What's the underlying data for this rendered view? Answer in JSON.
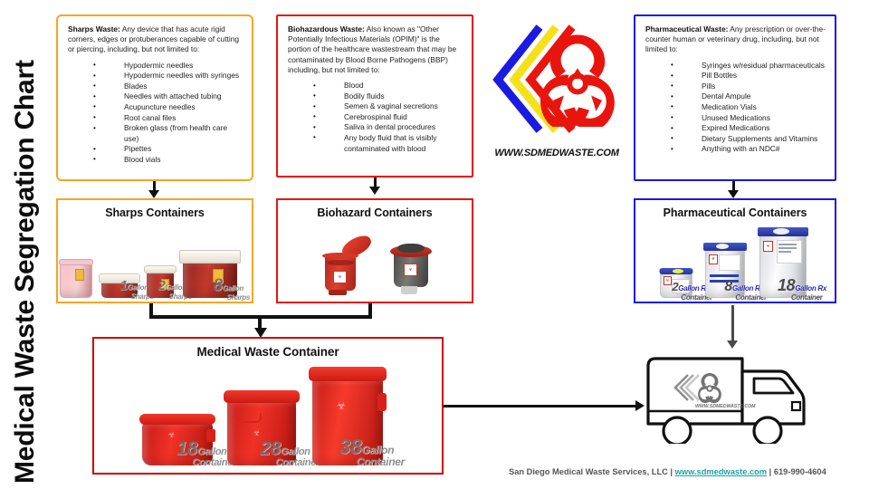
{
  "title": "Medical Waste Segregation Chart",
  "colors": {
    "sharps": "#F5A623",
    "biohazard": "#E8150F",
    "pharma": "#1A17E5",
    "medwaste": "#CC0000",
    "link": "#1aa3a3",
    "logo_blue": "#1a1ae0",
    "logo_yellow": "#f5e11a",
    "logo_red": "#e8150f"
  },
  "panels": {
    "sharps_desc": {
      "lead_bold": "Sharps Waste:",
      "lead_rest": " Any device that has acute rigid corners, edges or protuberances capable of cutting or piercing, including, but not limited to:",
      "items": [
        "Hypodermic needles",
        "Hypodermic needles with syringes",
        "Blades",
        "Needles with attached tubing",
        "Acupuncture needles",
        "Root canal files",
        "Broken glass (from health care use)",
        "Pipettes",
        "Blood vials"
      ]
    },
    "biohazard_desc": {
      "lead_bold": "Biohazardous Waste:",
      "lead_rest": " Also known as \"Other Potentially Infectious Materials (OPIM)\" is the portion of the healthcare wastestream that may be contaminated by Blood Borne Pathogens (BBP) including, but not limited to:",
      "items": [
        "Blood",
        "Bodily fluids",
        "Semen & vaginal secretions",
        "Cerebrospinal fluid",
        "Saliva in dental procedures",
        "Any body fluid that is visibly contaminated with blood"
      ]
    },
    "pharma_desc": {
      "lead_bold": "Pharmaceutical Waste:",
      "lead_rest": " Any prescription or over-the-counter human or veterinary drug, including, but not limited to:",
      "items": [
        "Syringes w/residual pharmaceuticals",
        "Pill Bottles",
        "Pills",
        "Dental Ampule",
        "Medication Vials",
        "Unused Medications",
        "Expired Medications",
        "Dietary Supplements and Vitamins",
        "Anything with an NDC#"
      ]
    },
    "sharps_containers": {
      "heading": "Sharps Containers",
      "bins": [
        {
          "num": "",
          "unit": "",
          "sub": ""
        },
        {
          "num": "1",
          "unit": "Gallon",
          "sub": "Sharps"
        },
        {
          "num": "2",
          "unit": "Gallon",
          "sub": "Sharps"
        },
        {
          "num": "8",
          "unit": "Gallon",
          "sub": "Sharps"
        }
      ]
    },
    "biohazard_containers": {
      "heading": "Biohazard Containers"
    },
    "pharma_containers": {
      "heading": "Pharmaceutical Containers",
      "bins": [
        {
          "num": "2",
          "unit": "Gallon Rx",
          "sub": "Container"
        },
        {
          "num": "8",
          "unit": "Gallon Rx",
          "sub": "Container"
        },
        {
          "num": "18",
          "unit": "Gallon Rx",
          "sub": "Container"
        }
      ]
    },
    "medical_waste": {
      "heading": "Medical Waste Container",
      "bins": [
        {
          "num": "18",
          "unit": "Gallon",
          "sub": "Container"
        },
        {
          "num": "28",
          "unit": "Gallon",
          "sub": "Container"
        },
        {
          "num": "38",
          "unit": "Gallon",
          "sub": "Container"
        }
      ]
    }
  },
  "logo": {
    "wordmark": "WWW.SDMEDWASTE.COM",
    "symbol": "biohazard-symbol"
  },
  "truck": {
    "logo_text": "WWW.SDMEDWASTE.COM"
  },
  "footer": {
    "company": "San Diego Medical Waste Services, LLC",
    "sep1": " | ",
    "website": "www.sdmedwaste.com",
    "sep2": " | ",
    "phone": "619-990-4604"
  }
}
